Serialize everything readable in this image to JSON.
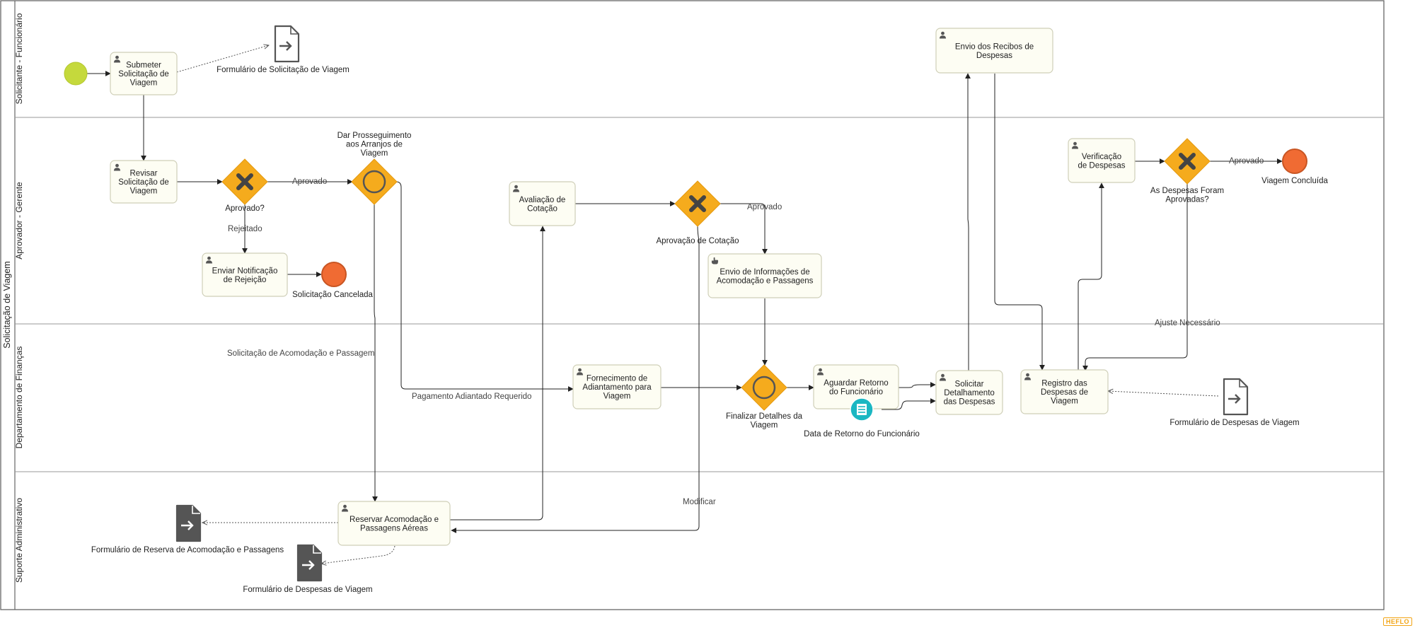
{
  "pool": {
    "label": "Solicitação de Viagem"
  },
  "lanes": [
    {
      "id": "l1",
      "label": "Solicitante - Funcionário"
    },
    {
      "id": "l2",
      "label": "Aprovador - Gerente"
    },
    {
      "id": "l3",
      "label": "Departamento de Finanças"
    },
    {
      "id": "l4",
      "label": "Suporte Administrativo"
    }
  ],
  "tasks": [
    {
      "id": "t1",
      "label": [
        "Submeter",
        "Solicitação de",
        "Viagem"
      ],
      "icon": "user-icon"
    },
    {
      "id": "t2",
      "label": [
        "Envio dos Recibos de",
        "Despesas"
      ],
      "icon": "user-icon"
    },
    {
      "id": "t3",
      "label": [
        "Revisar",
        "Solicitação de",
        "Viagem"
      ],
      "icon": "user-icon"
    },
    {
      "id": "t4",
      "label": [
        "Enviar Notificação",
        "de Rejeição"
      ],
      "icon": "user-icon"
    },
    {
      "id": "t5",
      "label": [
        "Avaliação de",
        "Cotação"
      ],
      "icon": "user-icon"
    },
    {
      "id": "t6",
      "label": [
        "Envio de Informações de",
        "Acomodação e Passagens"
      ],
      "icon": "hand-pointer-icon"
    },
    {
      "id": "t7",
      "label": [
        "Verificação",
        "de Despesas"
      ],
      "icon": "user-icon"
    },
    {
      "id": "t8",
      "label": [
        "Fornecimento de",
        "Adiantamento para",
        "Viagem"
      ],
      "icon": "user-icon"
    },
    {
      "id": "t9",
      "label": [
        "Aguardar Retorno",
        "do Funcionário"
      ],
      "icon": "user-icon"
    },
    {
      "id": "t10",
      "label": [
        "Solicitar",
        "Detalhamento",
        "das Despesas"
      ],
      "icon": "user-icon"
    },
    {
      "id": "t11",
      "label": [
        "Registro das",
        "Despesas de",
        "Viagem"
      ],
      "icon": "user-icon"
    },
    {
      "id": "t12",
      "label": [
        "Reservar Acomodação e",
        "Passagens Aéreas"
      ],
      "icon": "user-icon"
    }
  ],
  "gateways": [
    {
      "id": "g1",
      "type": "exclusive",
      "label": [
        "Aprovado?"
      ]
    },
    {
      "id": "g2",
      "type": "event",
      "label": [
        "Dar Prosseguimento",
        "aos Arranjos de",
        "Viagem"
      ]
    },
    {
      "id": "g3",
      "type": "exclusive",
      "label": [
        "Aprovação de Cotação"
      ]
    },
    {
      "id": "g4",
      "type": "exclusive",
      "label": [
        "As Despesas Foram",
        "Aprovadas?"
      ]
    },
    {
      "id": "g5",
      "type": "event",
      "label": [
        "Finalizar Detalhes da",
        "Viagem"
      ]
    }
  ],
  "events": [
    {
      "id": "e_start",
      "type": "start",
      "label": []
    },
    {
      "id": "e_cancel",
      "type": "end",
      "label": [
        "Solicitação Cancelada"
      ]
    },
    {
      "id": "e_done",
      "type": "end",
      "label": [
        "Viagem Concluída"
      ]
    },
    {
      "id": "e_timer",
      "type": "intermediate-conditional",
      "label": [
        "Data de Retorno do Funcionário"
      ]
    }
  ],
  "documents": [
    {
      "id": "d1",
      "style": "outline",
      "label": "Formulário de Solicitação de Viagem"
    },
    {
      "id": "d2",
      "style": "outline",
      "label": "Formulário de Despesas de Viagem"
    },
    {
      "id": "d3",
      "style": "filled",
      "label": "Formulário de Reserva de Acomodação e Passagens"
    },
    {
      "id": "d4",
      "style": "filled",
      "label": "Formulário de Despesas de Viagem"
    }
  ],
  "edge_labels": {
    "aprovado_1": "Aprovado",
    "rejeitado": "Rejeitado",
    "aprovado_2": "Aprovado",
    "aprovado_3": "Aprovado",
    "solicitacao_acomodacao": "Solicitação de Acomodação e Passagem",
    "pagamento": "Pagamento Adiantado Requerido",
    "ajuste": "Ajuste Necessário",
    "modificar": "Modificar"
  },
  "branding": {
    "logo_text": "HEFLO"
  },
  "colors": {
    "task_fill": "#fdfdf3",
    "task_stroke": "#cfcfb8",
    "gateway": "#f5ab1d",
    "start": "#c5d93c",
    "end": "#f06b33",
    "conditional": "#1bb7c2"
  }
}
